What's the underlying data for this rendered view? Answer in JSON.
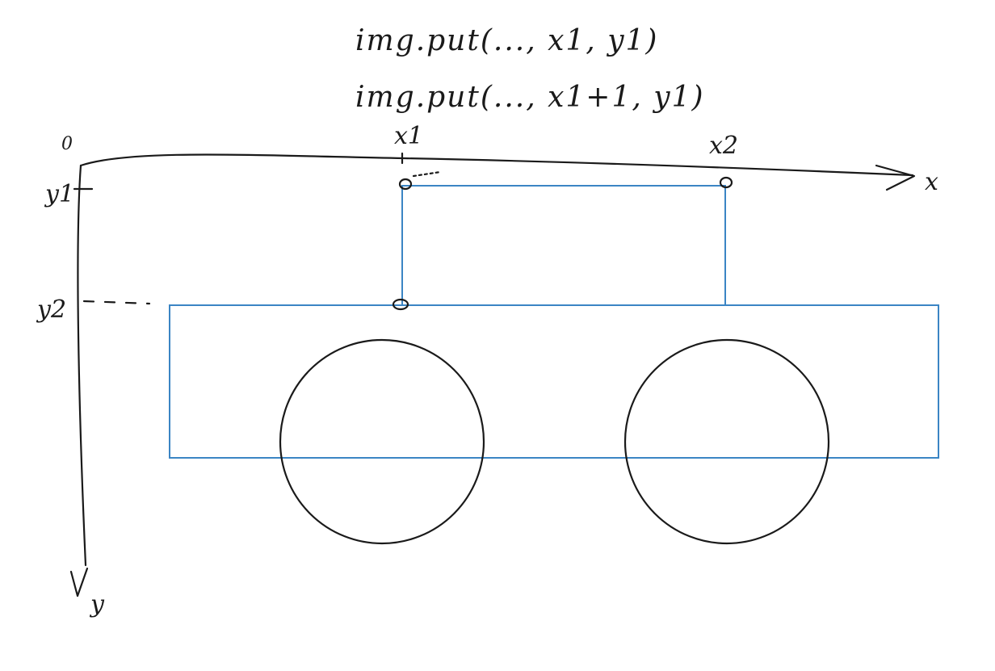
{
  "annotations": {
    "line1": "img.put(..., x1, y1)",
    "line2": "img.put(..., x1+1, y1)"
  },
  "axes": {
    "origin": "0",
    "x_axis": "x",
    "y_axis": "y"
  },
  "markers": {
    "x1": "x1",
    "x2": "x2",
    "y1": "y1",
    "y2": "y2"
  },
  "colors": {
    "ink": "#1a1a1a",
    "rect": "#3b85c4"
  }
}
